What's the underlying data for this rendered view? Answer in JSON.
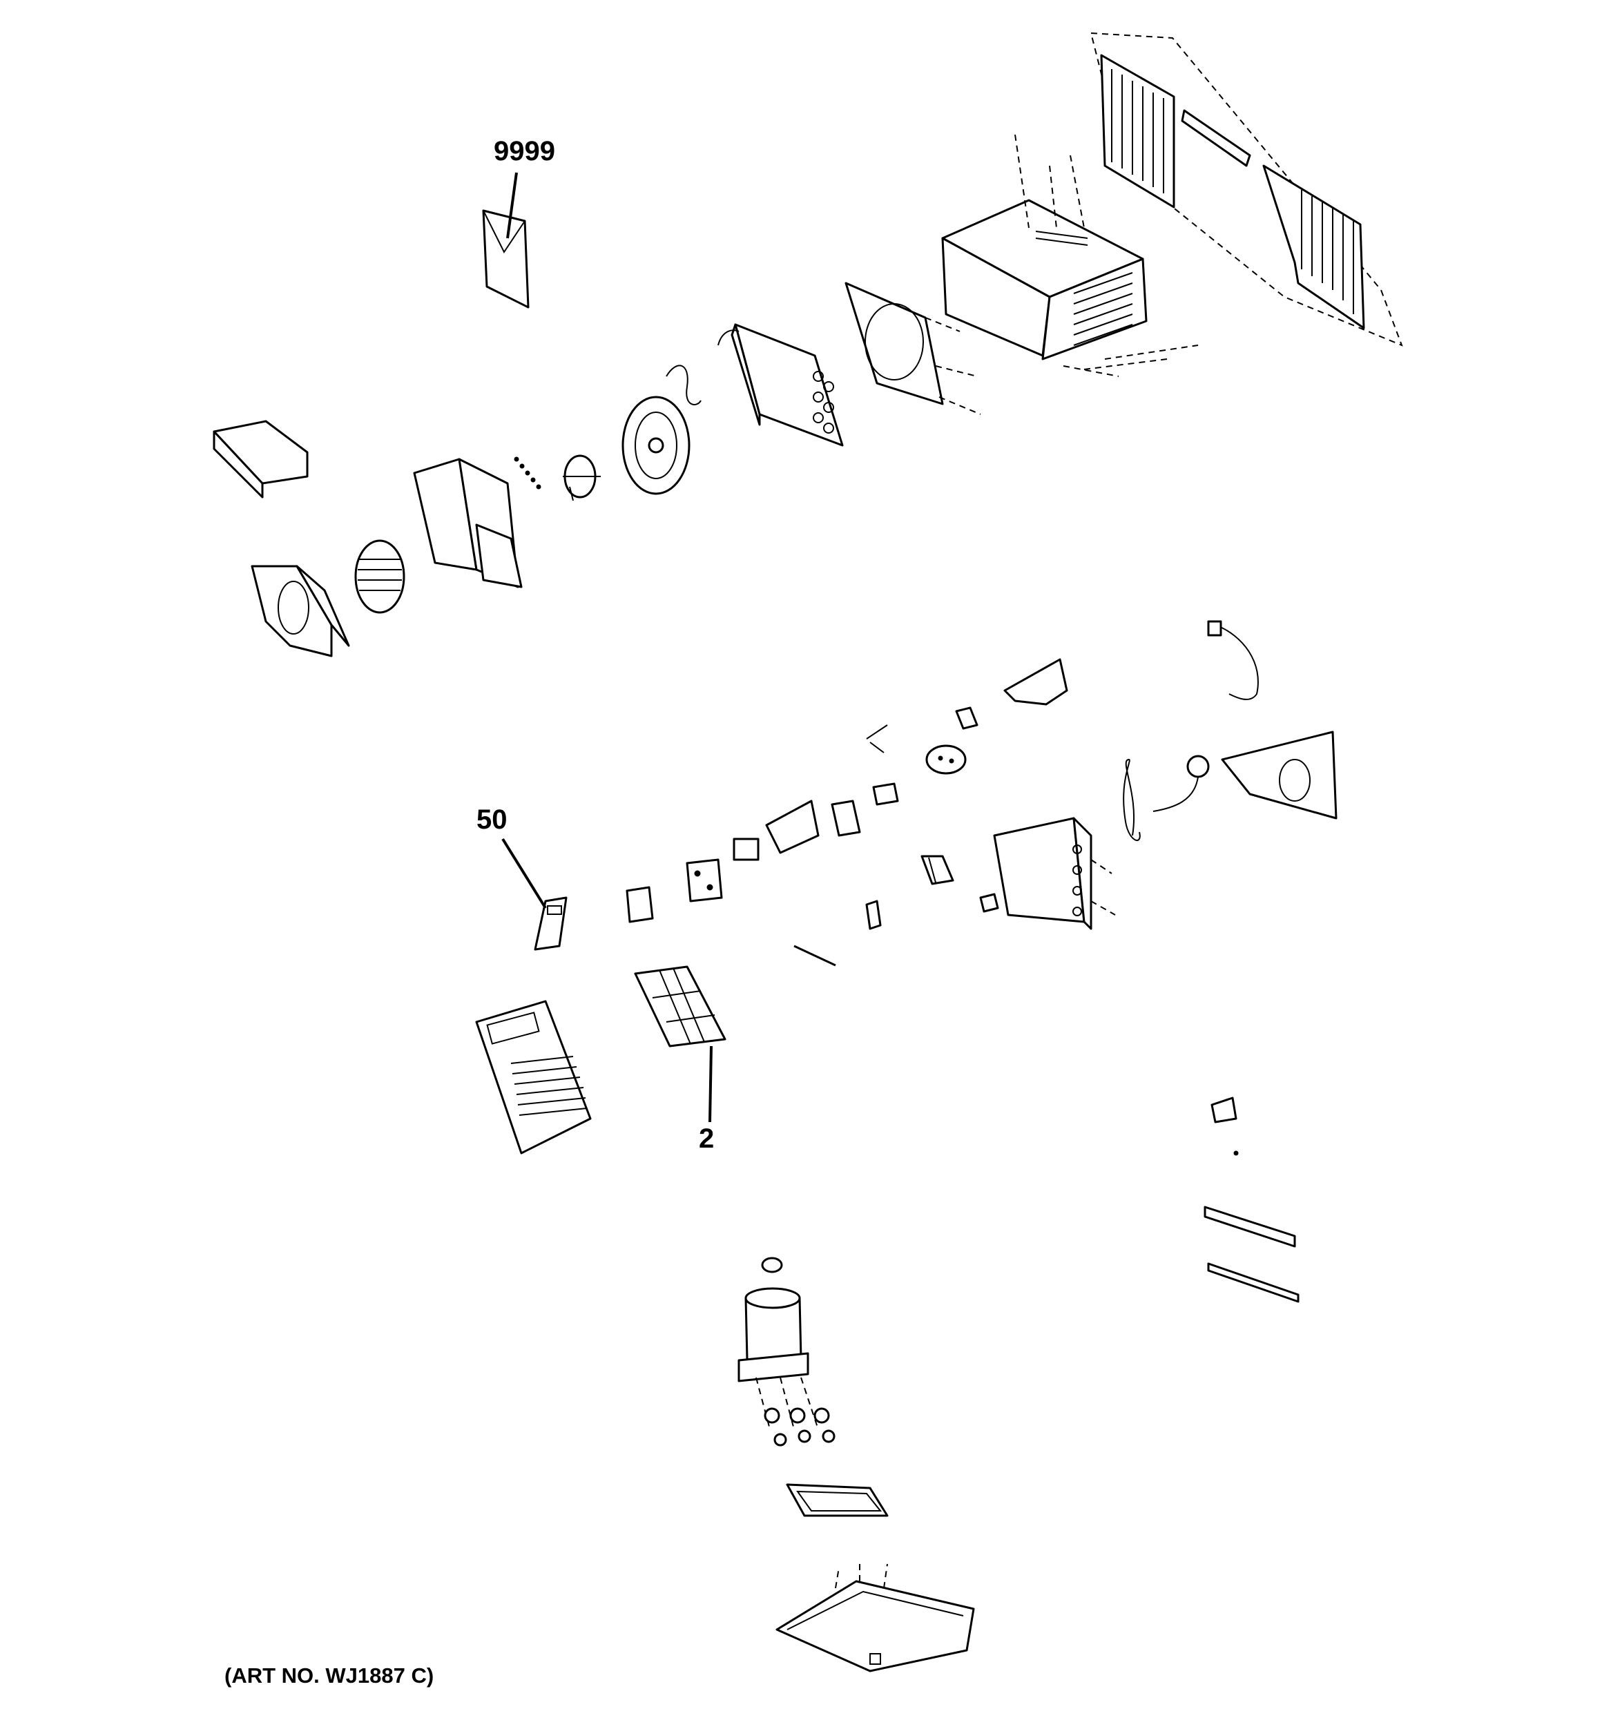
{
  "callouts": {
    "owners_manual": "9999",
    "remote_control": "50",
    "air_filter": "2"
  },
  "art_number": "(ART NO. WJ1887 C)",
  "colors": {
    "ink": "#000000",
    "paper": "#ffffff"
  }
}
